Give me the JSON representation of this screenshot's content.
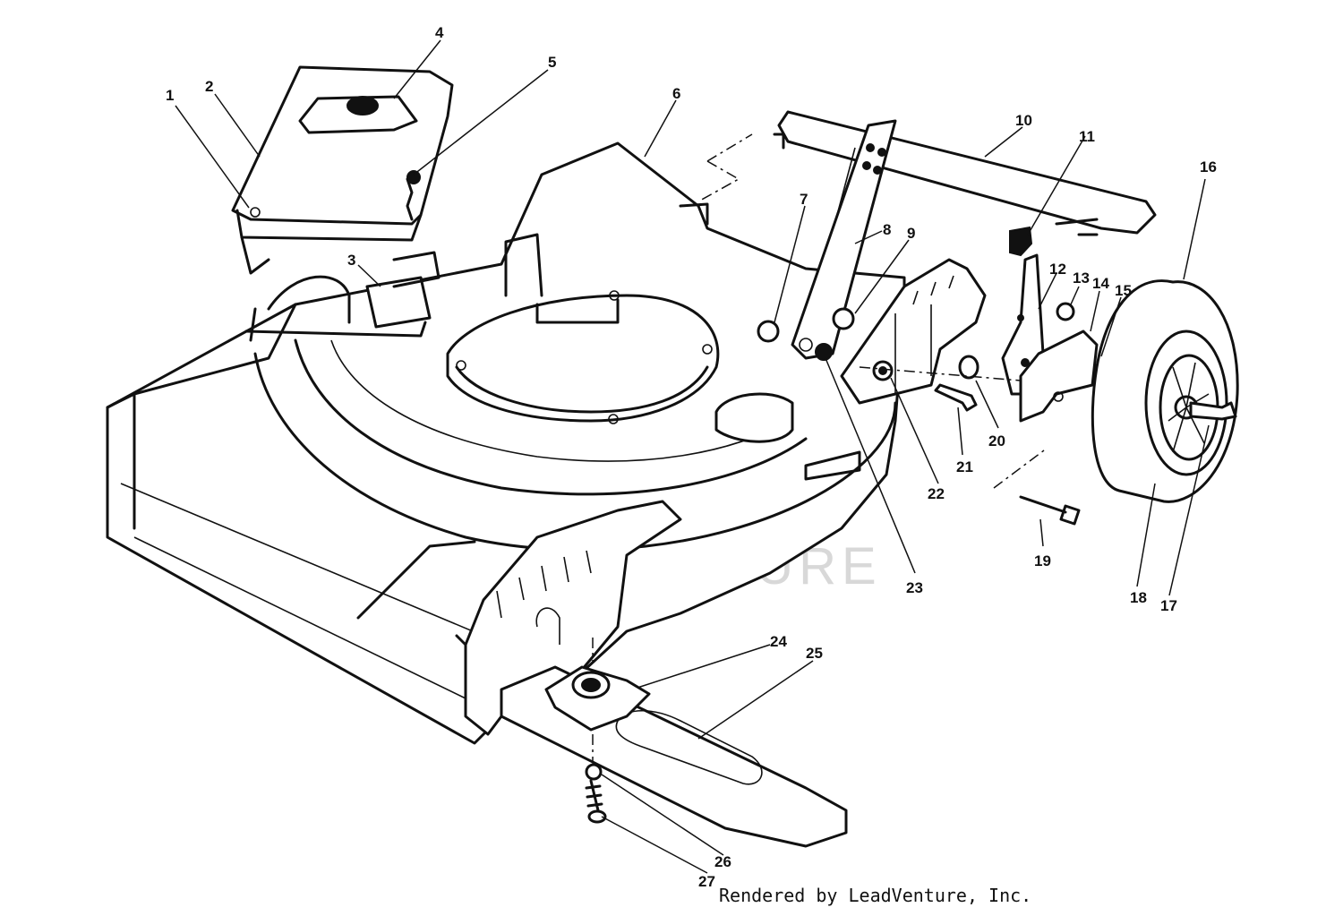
{
  "callouts": [
    "1",
    "2",
    "3",
    "4",
    "5",
    "6",
    "7",
    "8",
    "9",
    "10",
    "11",
    "12",
    "13",
    "14",
    "15",
    "16",
    "17",
    "18",
    "19",
    "20",
    "21",
    "22",
    "23",
    "24",
    "25",
    "26",
    "27"
  ],
  "watermark": "LEADVENTURE",
  "credit": "Rendered by LeadVenture, Inc."
}
